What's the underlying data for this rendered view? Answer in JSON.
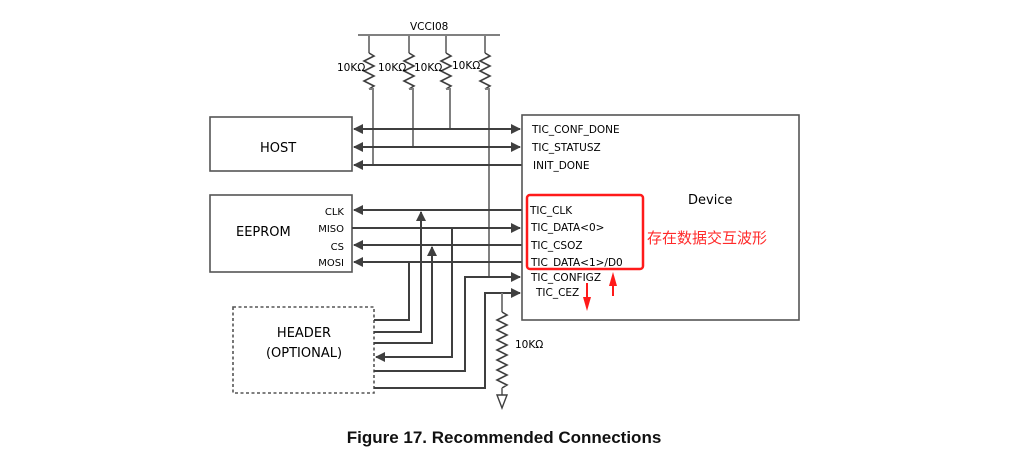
{
  "figure": {
    "caption": "Figure 17.  Recommended Connections",
    "supply_label": "VCCI08",
    "pullup_resistors": [
      "10KΩ",
      "10KΩ",
      "10KΩ",
      "10KΩ"
    ],
    "pulldown_resistor": "10KΩ",
    "ground_symbol": "ground-icon"
  },
  "blocks": {
    "host": {
      "title": "HOST"
    },
    "eeprom": {
      "title": "EEPROM",
      "pins": [
        "CLK",
        "MISO",
        "CS",
        "MOSI"
      ]
    },
    "header": {
      "title_line1": "HEADER",
      "title_line2": "(OPTIONAL)"
    },
    "device": {
      "title": "Device",
      "pins": [
        "TIC_CONF_DONE",
        "TIC_STATUSZ",
        "INIT_DONE",
        "TIC_CLK",
        "TIC_DATA<0>",
        "TIC_CSOZ",
        "TIC_DATA<1>/D0",
        "TIC_CONFIGZ",
        "TIC_CEZ"
      ]
    }
  },
  "annotation": {
    "text": "存在数据交互波形",
    "color": "#ff1a1a"
  },
  "colors": {
    "wire": "#3f3f3f",
    "highlight": "#ff1a1a"
  }
}
